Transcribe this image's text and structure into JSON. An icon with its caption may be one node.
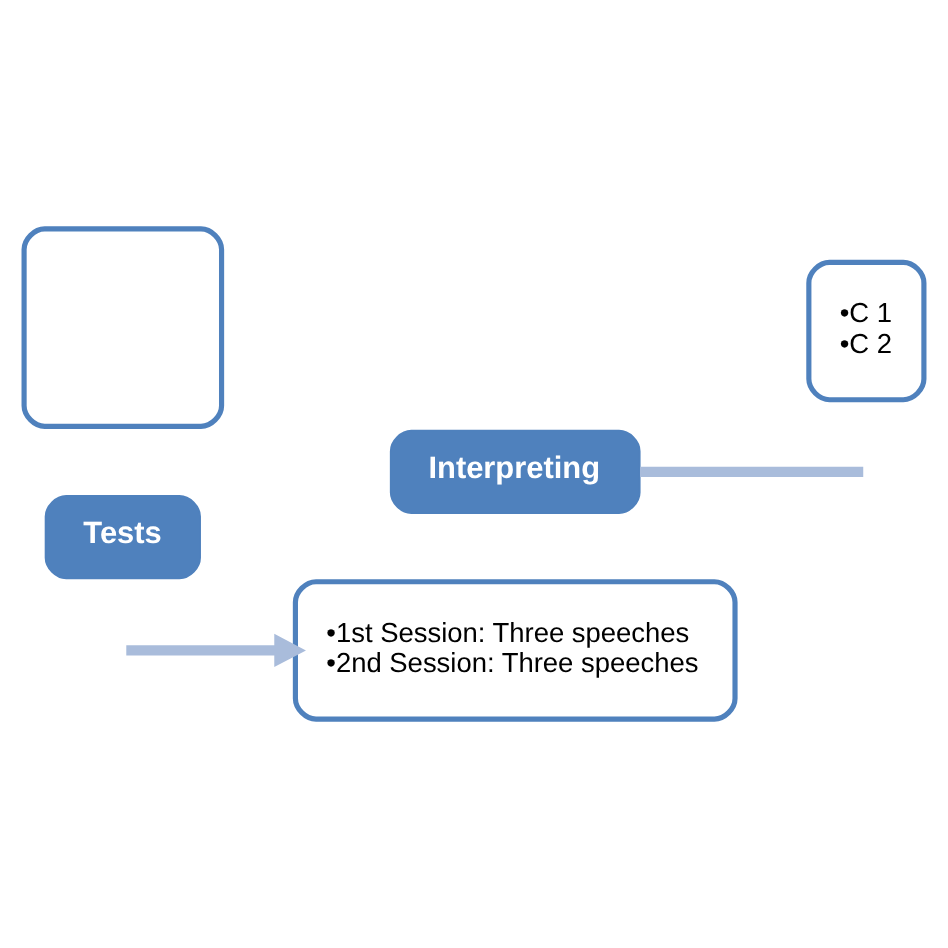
{
  "diagram": {
    "nodes": [
      {
        "text": [],
        "shape": "box"
      },
      {
        "text": [
          "Tests"
        ]
      },
      {
        "text": [
          "Interpreting"
        ]
      },
      {
        "text": [
          "•1st Session: Three speeches",
          "•2nd Session: Three speeches"
        ]
      },
      {
        "text": [
          "•C 1",
          "•C 2"
        ]
      }
    ],
    "edges": [
      {
        "from": null,
        "to": 3,
        "arrow": "to"
      },
      {
        "from": 2,
        "to": null,
        "arrow": "none"
      }
    ]
  }
}
